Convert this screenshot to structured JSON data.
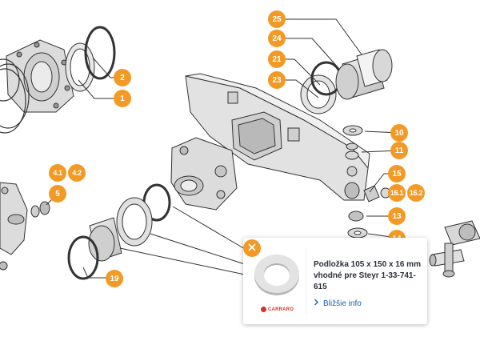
{
  "callouts": [
    "25",
    "24",
    "21",
    "23",
    "2",
    "1",
    "10",
    "11",
    "15",
    "16.1",
    "16.2",
    "13",
    "14",
    "4.1",
    "4.2",
    "5",
    "19"
  ],
  "popup": {
    "title": "Podložka 105 x 150 x 16 mm vhodné pre Steyr 1-33-741-615",
    "link_label": "Bližšie info",
    "link_icon": "chevron-right-icon",
    "brand": "CARRARO",
    "close_icon": "close-icon"
  },
  "colors": {
    "accent": "#f39a26",
    "link": "#1d5fa8",
    "line": "#333333",
    "part_fill": "#e6e6e6"
  }
}
